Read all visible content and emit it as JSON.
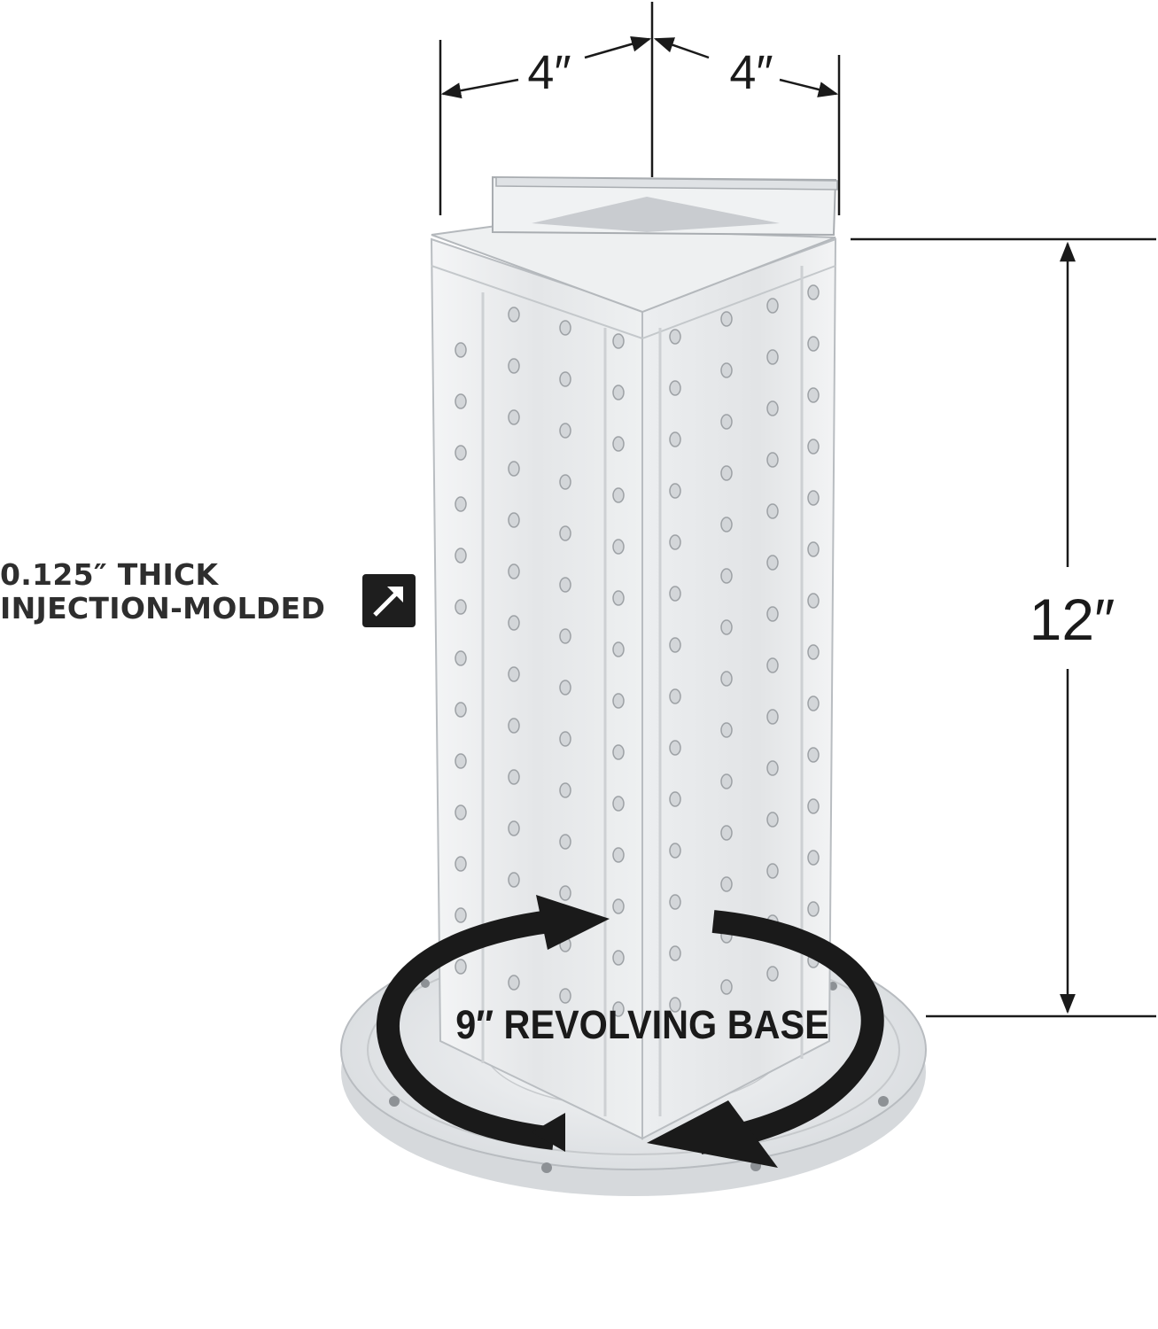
{
  "dimensions": {
    "width_left": "4″",
    "width_right": "4″",
    "height": "12″"
  },
  "callout": {
    "line1": "0.125″ THICK",
    "line2": "INJECTION-MOLDED",
    "icon": "arrow-up-right-icon"
  },
  "base_label": "9″ REVOLVING BASE",
  "colors": {
    "line": "#1a1a1a",
    "acrylic": "#e6e8ea",
    "text": "#2e2e2e"
  }
}
